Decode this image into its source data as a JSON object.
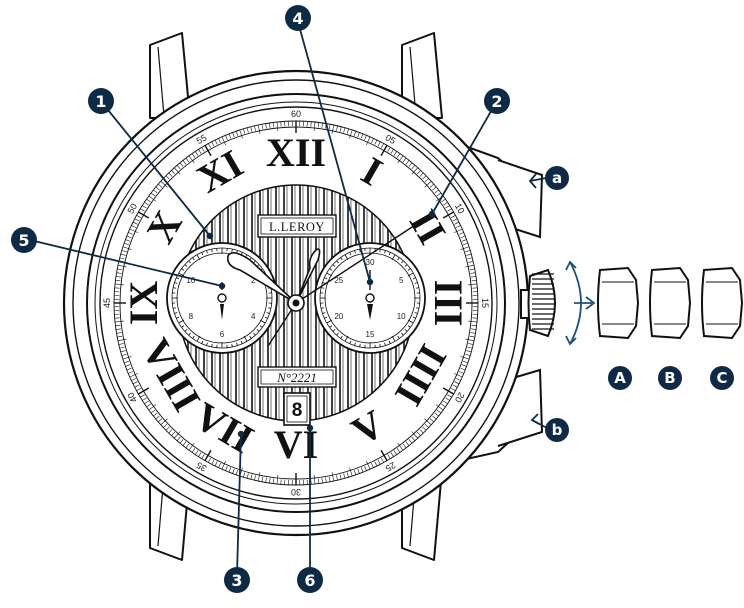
{
  "brand": "L.LEROY",
  "serial": "N°2221",
  "date_window": "8",
  "minute_labels": [
    "60",
    "05",
    "10",
    "15",
    "20",
    "25",
    "30",
    "35",
    "40",
    "45",
    "50",
    "55"
  ],
  "hour_numerals": [
    "XII",
    "I",
    "II",
    "III",
    "IIII",
    "V",
    "VI",
    "VII",
    "VIII",
    "IX",
    "X",
    "XI"
  ],
  "left_subdial_labels": [
    "2",
    "4",
    "6",
    "8",
    "10"
  ],
  "right_subdial_labels": [
    "30",
    "5",
    "10",
    "15",
    "20",
    "25"
  ],
  "callouts": {
    "numbered": [
      "1",
      "2",
      "3",
      "4",
      "5",
      "6"
    ],
    "pushers": [
      "a",
      "b"
    ],
    "crown_positions": [
      "A",
      "B",
      "C"
    ]
  },
  "accent_color": "#0f2a45"
}
